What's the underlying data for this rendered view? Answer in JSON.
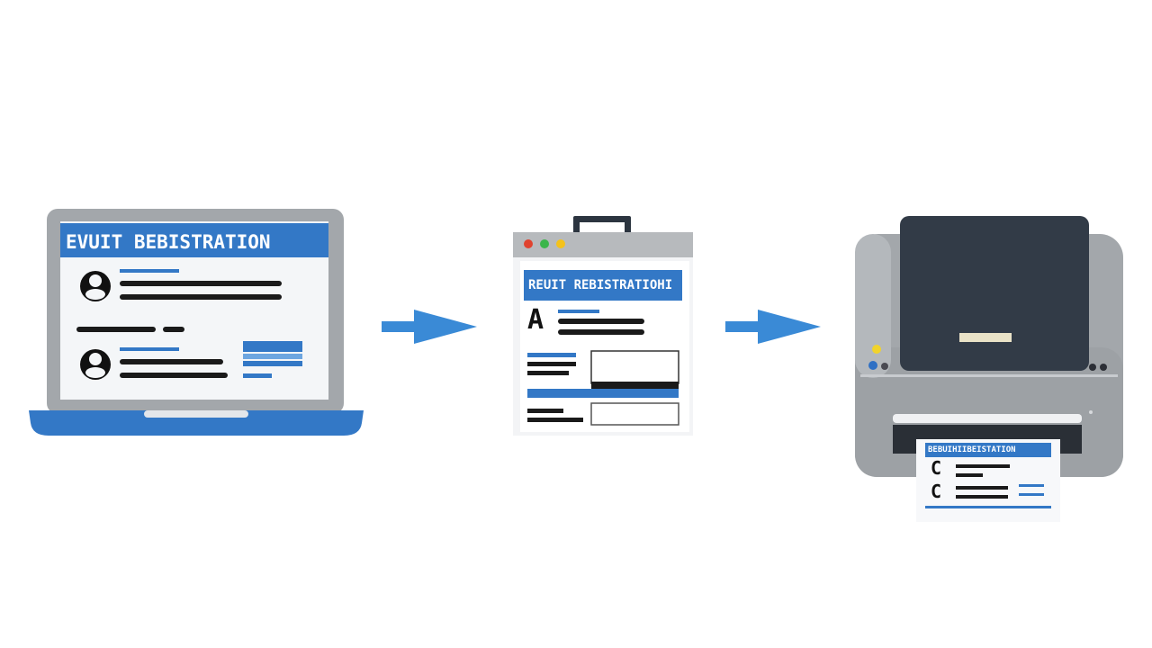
{
  "steps": [
    {
      "id": "online-form",
      "header_text": "EVUIT BEBISTRATION"
    },
    {
      "id": "registration-document",
      "header_text": "REUIT REBISTRATIOHI"
    },
    {
      "id": "printed-badge",
      "header_text": "BEBUIHIIBEISTATION"
    }
  ],
  "document_avatar_letter": "A",
  "badge_avatar_letters": [
    "C",
    "C"
  ],
  "colors": {
    "accent_blue": "#3378c6",
    "arrow_blue": "#3a8ad6",
    "dark_navy": "#2c3540",
    "device_gray": "#a3a7ab",
    "printer_lid": "#323b47",
    "text_line": "#1a1a1a"
  },
  "icons": [
    "laptop-icon",
    "document-icon",
    "printer-icon",
    "arrow-right-icon",
    "user-avatar-icon"
  ]
}
